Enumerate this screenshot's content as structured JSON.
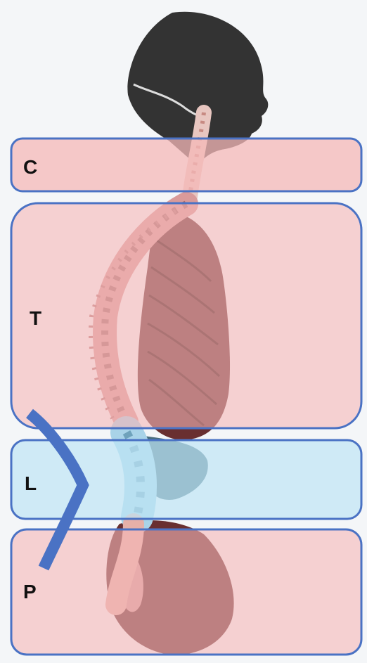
{
  "regions": [
    {
      "id": "cervical",
      "label": "C",
      "color": "#f5b8b8"
    },
    {
      "id": "thoracic",
      "label": "T",
      "color": "#f5b8b8"
    },
    {
      "id": "lumbar",
      "label": "L",
      "color": "#bfe6f5"
    },
    {
      "id": "pelvic",
      "label": "P",
      "color": "#f5b8b8"
    }
  ],
  "colors": {
    "frame_stroke": "#4a72c4",
    "curve_stroke": "#4a72c4",
    "silhouette": "#3a3a3a",
    "spine_thoracic": "#d99a9a",
    "spine_lumbar": "#a9d3e8"
  }
}
